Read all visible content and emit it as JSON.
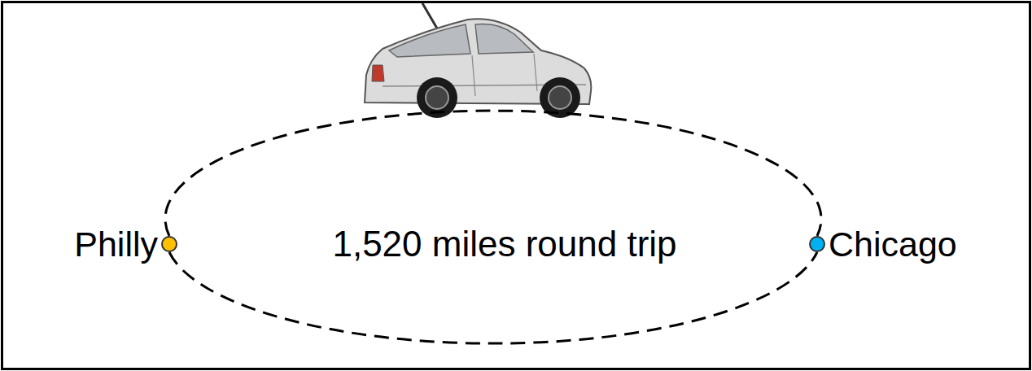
{
  "diagram": {
    "nodes": [
      {
        "text": [
          "Philly"
        ]
      },
      {
        "text": [
          "Chicago"
        ]
      }
    ],
    "edges": [
      {
        "from": 0,
        "to": 1,
        "arrow": "none"
      },
      {
        "from": 0,
        "to": 1,
        "arrow": "none"
      }
    ],
    "labels": [
      "1,520 miles round trip"
    ]
  }
}
